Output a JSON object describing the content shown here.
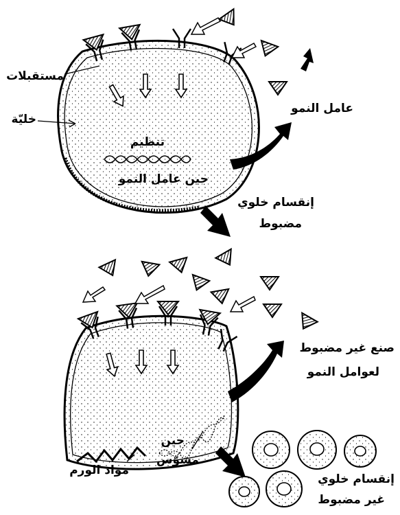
{
  "labels": {
    "receptors": "مستقبلات",
    "cell": "خليّة",
    "regulation": "تنظيم",
    "growth_factor_gene": "جين عامل النمو",
    "growth_factor": "عامل النمو",
    "controlled_division_line1": "إنقسام خلوي",
    "controlled_division_line2": "مضبوط",
    "unregulated_production_line1": "صنع غير مضبوط",
    "unregulated_production_line2": "لعوامل النمو",
    "mutated_gene_line1": "جين",
    "mutated_gene_line2": "مشوّس",
    "tumor_substances": "مواد الورم",
    "uncontrolled_division_line1": "إنقسام خلوي",
    "uncontrolled_division_line2": "غير مضبوط"
  },
  "colors": {
    "ink": "#000000",
    "paper": "#ffffff"
  }
}
